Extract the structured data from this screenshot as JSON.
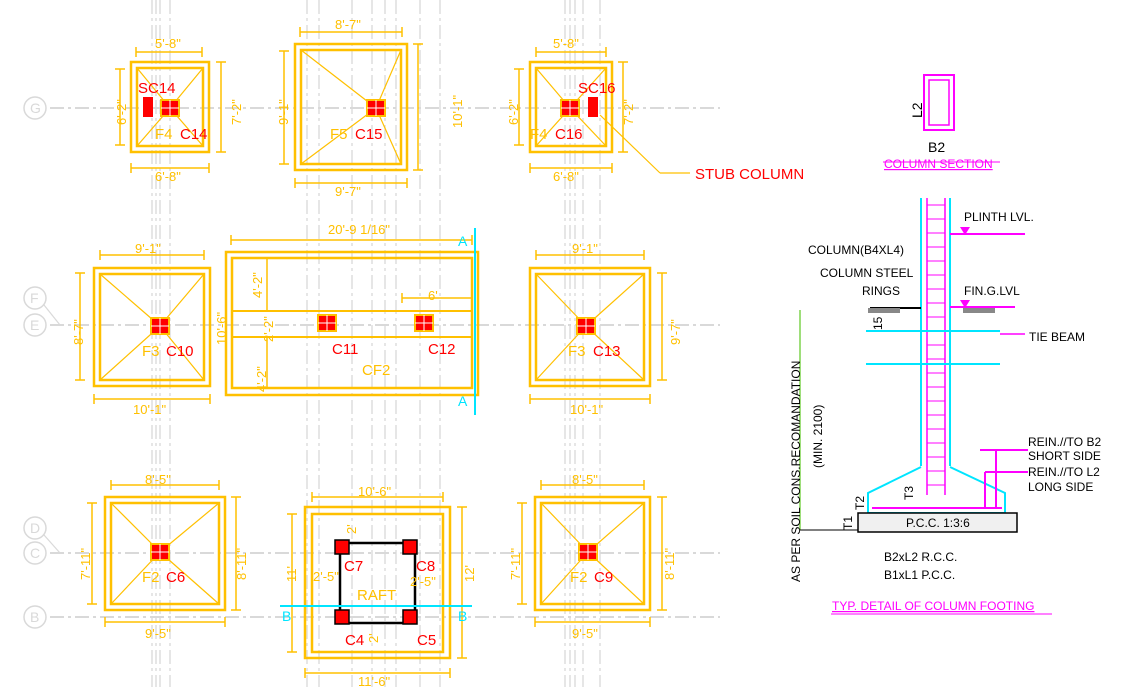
{
  "grid_labels": {
    "G": "G",
    "F": "F",
    "E": "E",
    "D": "D",
    "C": "C",
    "B": "B"
  },
  "footings": {
    "f4_left": {
      "name": "F4",
      "column": "C14",
      "stub": "SC14",
      "top": "5'-8\"",
      "bottom": "6'-8\"",
      "left": "6'-2\"",
      "right": "7'-2\""
    },
    "f5": {
      "name": "F5",
      "column": "C15",
      "top": "8'-7\"",
      "bottom": "9'-7\"",
      "left": "9'-1\"",
      "right": "10'-1\""
    },
    "f4_right": {
      "name": "F4",
      "column": "C16",
      "stub": "SC16",
      "top": "5'-8\"",
      "bottom": "6'-8\"",
      "left": "6'-2\"",
      "right": "7'-2\""
    },
    "f3_left": {
      "name": "F3",
      "column": "C10",
      "top": "9'-1\"",
      "bottom": "10'-1\"",
      "left": "8'-7\"",
      "right": "10'-6\""
    },
    "cf2": {
      "name": "CF2",
      "columns": [
        "C11",
        "C12"
      ],
      "top": "20'-9 1/16\"",
      "upper": "4'-2\"",
      "mid": "2'-2\"",
      "lower": "4'-2\"",
      "offset": "6'",
      "section": "A"
    },
    "f3_right": {
      "name": "F3",
      "column": "C13",
      "top": "9'-1\"",
      "bottom": "10'-1\"",
      "right": "9'-7\""
    },
    "f2_left": {
      "name": "F2",
      "column": "C6",
      "top": "8'-5\"",
      "bottom": "9'-5\"",
      "left": "7'-11\"",
      "right": "8'-11\""
    },
    "raft": {
      "name": "RAFT",
      "columns": [
        "C7",
        "C8",
        "C4",
        "C5"
      ],
      "top": "10'-6\"",
      "bottom": "11'-6\"",
      "left": "11'",
      "right": "12'",
      "side_left": "2'-5\"",
      "side_right": "2'-5\"",
      "gap_top": "2'",
      "gap_bottom": "2'",
      "section": "B"
    },
    "f2_right": {
      "name": "F2",
      "column": "C9",
      "top": "8'-5\"",
      "bottom": "9'-5\"",
      "left": "7'-11\"",
      "right": "8'-11\""
    }
  },
  "stub_column_label": "STUB COLUMN",
  "column_section": {
    "title": "COLUMN SECTION",
    "b": "B2",
    "l": "L2"
  },
  "detail": {
    "title": "TYP. DETAIL OF COLUMN FOOTING",
    "plinth": "PLINTH LVL.",
    "column": "COLUMN(B4XL4)",
    "column_steel": "COLUMN STEEL",
    "rings": "RINGS",
    "fin_g_lvl": "FIN.G.LVL",
    "tie_beam": "TIE BEAM",
    "dim_15": "15",
    "rein_b2": [
      "REIN.//TO B2",
      "SHORT SIDE"
    ],
    "rein_l2": [
      "REIN.//TO L2",
      "LONG SIDE"
    ],
    "t1": "T1",
    "t2": "T2",
    "t3": "T3",
    "pcc": "P.C.C. 1:3:6",
    "rcc_size": "B2xL2 R.C.C.",
    "pcc_size": "B1xL1 P.C.C.",
    "depth_note": "AS PER SOIL CONS.RECOMANDATION",
    "depth_min": "(MIN. 2100)"
  },
  "colors": {
    "footing": "#ffc000",
    "column": "#ff0000",
    "detail": "#ff00ff",
    "section": "#00e5ff",
    "grid": "#d9d9d9"
  }
}
